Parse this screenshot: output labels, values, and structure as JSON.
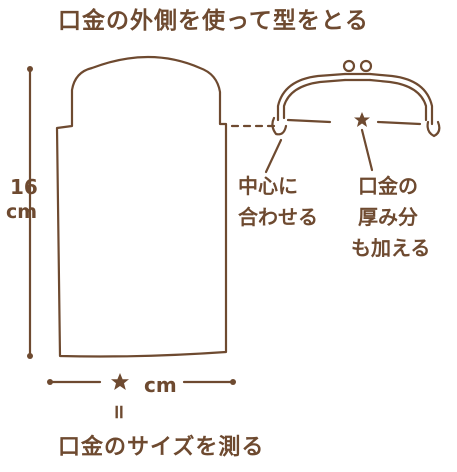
{
  "title": "口金の外側を使って型をとる",
  "height": {
    "value": "16",
    "unit": "cm"
  },
  "center_note": {
    "line1": "中心に",
    "line2": "合わせる"
  },
  "thickness_note": {
    "line1": "口金の",
    "line2": "厚み分",
    "line3": "も加える"
  },
  "width": {
    "star": "★",
    "unit": "cm",
    "equals": "="
  },
  "bottom_note": "口金のサイズを測る",
  "colors": {
    "ink": "#6e4a30",
    "background": "#ffffff"
  },
  "icons": [
    "star-icon",
    "purse-frame-icon"
  ]
}
